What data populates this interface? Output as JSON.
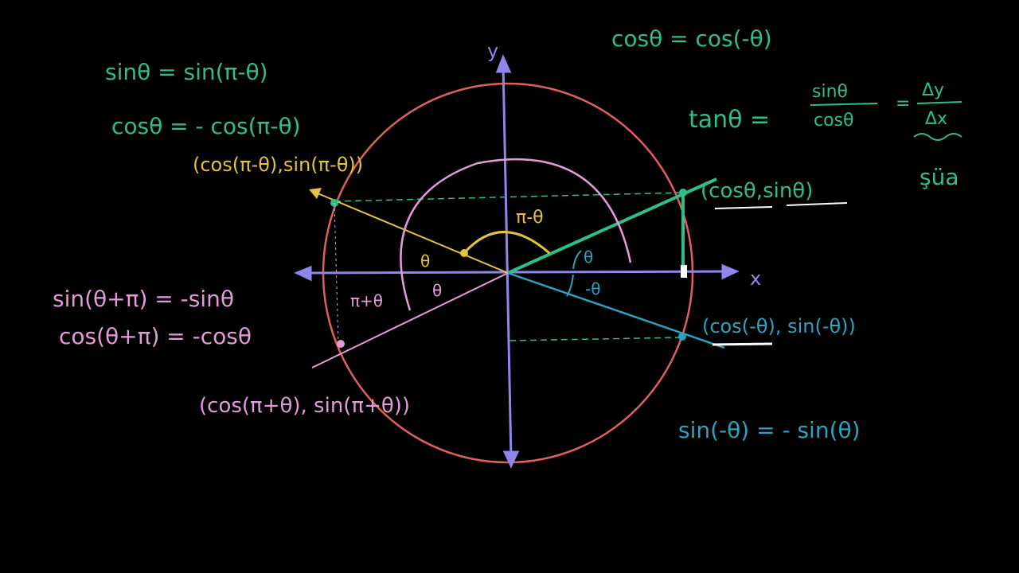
{
  "colors": {
    "green": "#2fbf86",
    "teal": "#2aa3c0",
    "yellow": "#e6c13c",
    "pink": "#e59ad8",
    "axis": "#8e86ea",
    "circle": "#e0605a"
  },
  "axes": {
    "x": "x",
    "y": "y"
  },
  "angles": {
    "theta": "θ",
    "pi_minus_theta": "π-θ",
    "theta_left": "θ",
    "theta_low": "θ",
    "pi_plus_theta": "π+θ",
    "neg_theta": "-θ"
  },
  "equations": {
    "sin_pi_minus": "sinθ = sin(π-θ)",
    "cos_pi_minus": "cosθ = - cos(π-θ)",
    "point_pi_minus": "(cos(π-θ),sin(π-θ))",
    "cos_neg": "cosθ = cos(-θ)",
    "tan_lhs": "tanθ =",
    "tan_num": "sinθ",
    "tan_den": "cosθ",
    "tan_eq": "=",
    "dy": "Δy",
    "dx": "Δx",
    "word": "şüa",
    "point_theta": "(cosθ,sinθ)",
    "point_neg": "(cos(-θ), sin(-θ))",
    "sin_plus_pi": "sin(θ+π) = -sinθ",
    "cos_plus_pi": "cos(θ+π) = -cosθ",
    "point_pi_plus": "(cos(π+θ), sin(π+θ))",
    "sin_neg": "sin(-θ) = - sin(θ)"
  }
}
